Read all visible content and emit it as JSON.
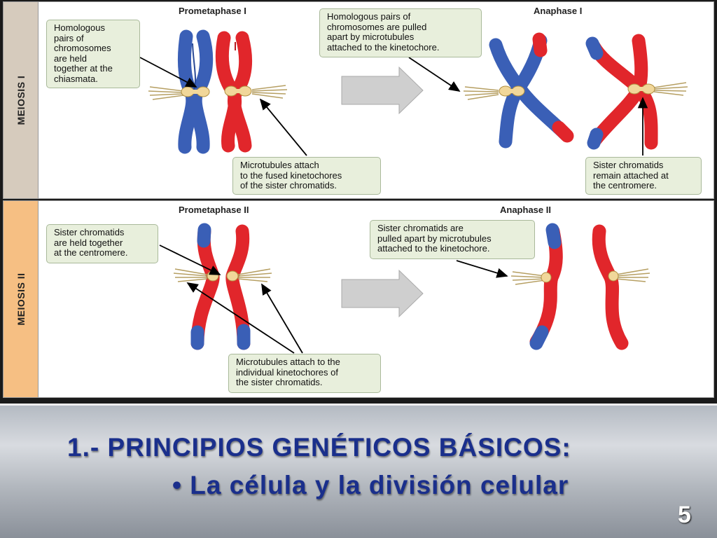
{
  "meiosis1": {
    "label": "MEIOSIS I",
    "stage_left": "Prometaphase I",
    "stage_right": "Anaphase I",
    "note_homologous_held": "Homologous\npairs of\nchromosomes\nare held\ntogether at the\nchiasmata.",
    "note_microtubules_fused": "Microtubules attach\nto the fused kinetochores\nof the sister chromatids.",
    "note_pulled_apart": "Homologous pairs of\nchromosomes are pulled\napart by microtubules\nattached to the kinetochore.",
    "note_sister_attached": "Sister chromatids\nremain attached at\nthe centromere."
  },
  "meiosis2": {
    "label": "MEIOSIS II",
    "stage_left": "Prometaphase II",
    "stage_right": "Anaphase II",
    "note_sister_held": "Sister chromatids\nare held together\nat the centromere.",
    "note_sister_pulled": "Sister chromatids are\npulled apart by microtubules\nattached to the kinetochore.",
    "note_microtubules_individual": "Microtubules attach to the\nindividual kinetochores of\nthe sister chromatids."
  },
  "slide": {
    "title_line1": "1.- PRINCIPIOS GENÉTICOS BÁSICOS:",
    "title_line2": "• La célula y la división celular",
    "page_number": "5"
  },
  "colors": {
    "meiosis1_side": "#d6cbbd",
    "meiosis2_side": "#f6bf83",
    "chromosome_blue": "#3a5fb6",
    "chromosome_red": "#e1262b",
    "kinetochore": "#f1d79a",
    "arrow_gray": "#cfcfcf",
    "title_blue": "#1a2f8c"
  }
}
